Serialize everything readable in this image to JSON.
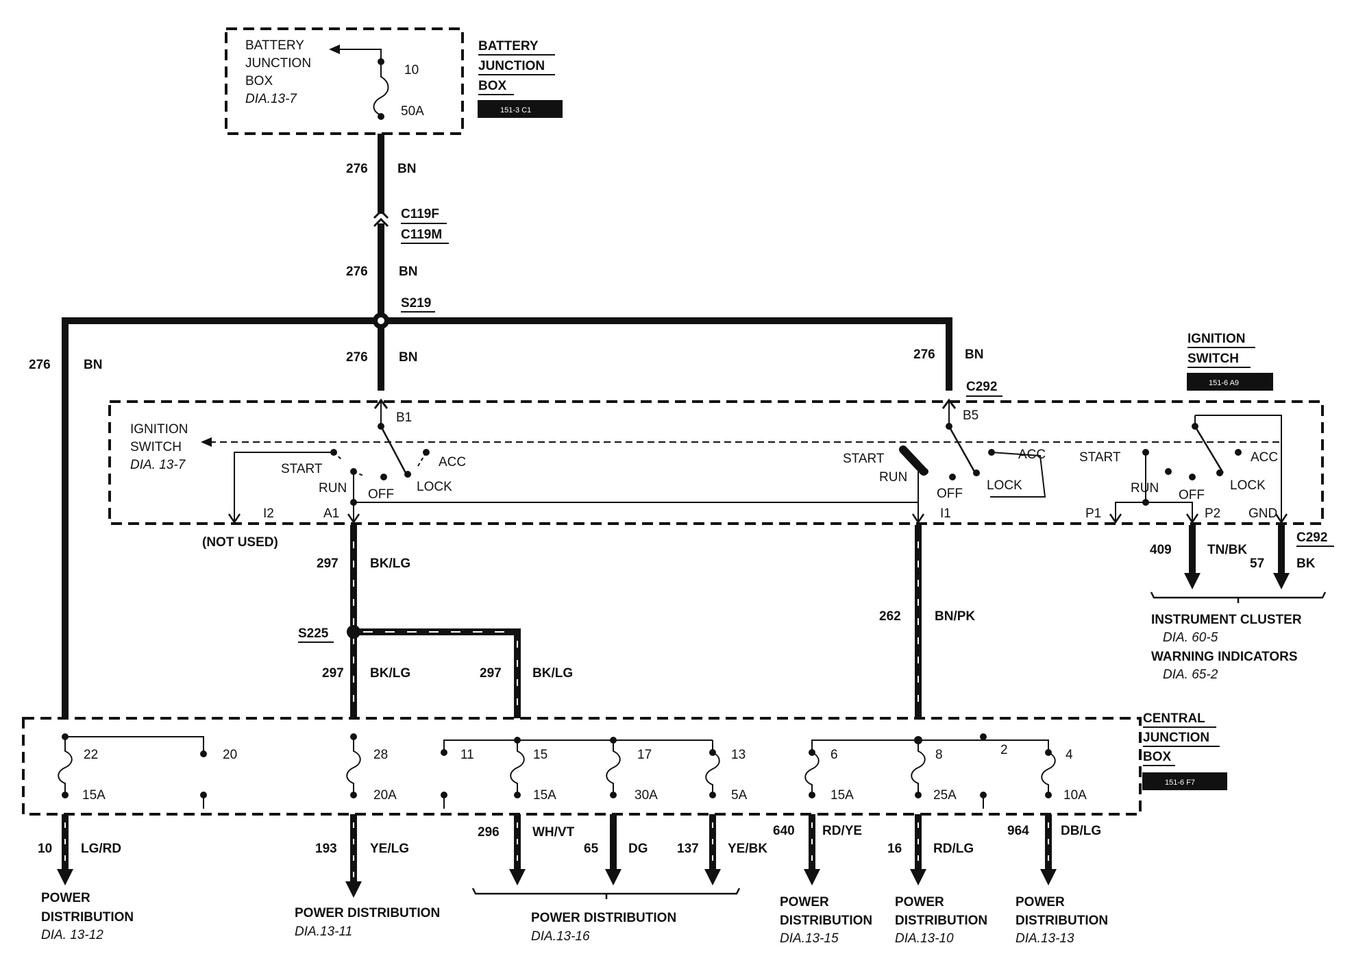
{
  "battery_box": {
    "label_lines": [
      "BATTERY",
      "JUNCTION",
      "BOX"
    ],
    "dia": "DIA.13-7",
    "fuse_num": "10",
    "fuse_amp": "50A",
    "title_lines": [
      "BATTERY",
      "JUNCTION",
      "BOX"
    ],
    "ref": "151-3 C1"
  },
  "connectors": {
    "c119f": "C119F",
    "c119m": "C119M",
    "s219": "S219",
    "s225": "S225",
    "c292": "C292",
    "c292b": "C292"
  },
  "wires": {
    "w276": "276",
    "bn": "BN",
    "w297": "297",
    "bklg": "BK/LG",
    "w262": "262",
    "bnpk": "BN/PK",
    "w409": "409",
    "tnbk": "TN/BK",
    "w57": "57",
    "bk": "BK"
  },
  "ignition": {
    "title_lines": [
      "IGNITION",
      "SWITCH"
    ],
    "ref": "151-6 A9",
    "label_lines": [
      "IGNITION",
      "SWITCH"
    ],
    "dia": "DIA. 13-7",
    "start": "START",
    "run": "RUN",
    "off": "OFF",
    "lock": "LOCK",
    "acc": "ACC",
    "b1": "B1",
    "b5": "B5",
    "a1": "A1",
    "i2": "I2",
    "i1": "I1",
    "p1": "P1",
    "p2": "P2",
    "gnd": "GND",
    "not_used": "(NOT USED)"
  },
  "instrument": {
    "title": "INSTRUMENT CLUSTER",
    "dia": "DIA. 60-5",
    "title2": "WARNING INDICATORS",
    "dia2": "DIA. 65-2"
  },
  "cjb": {
    "title_lines": [
      "CENTRAL",
      "JUNCTION",
      "BOX"
    ],
    "ref": "151-6 F7",
    "fuses": [
      {
        "num": "22",
        "amp": "15A"
      },
      {
        "num": "20",
        "amp": ""
      },
      {
        "num": "28",
        "amp": "20A"
      },
      {
        "num": "11",
        "amp": ""
      },
      {
        "num": "15",
        "amp": "15A"
      },
      {
        "num": "17",
        "amp": "30A"
      },
      {
        "num": "13",
        "amp": "5A"
      },
      {
        "num": "6",
        "amp": "15A"
      },
      {
        "num": "8",
        "amp": "25A"
      },
      {
        "num": "2",
        "amp": ""
      },
      {
        "num": "4",
        "amp": "10A"
      }
    ]
  },
  "outputs": [
    {
      "circuit": "10",
      "color": "LG/RD"
    },
    {
      "circuit": "193",
      "color": "YE/LG"
    },
    {
      "circuit": "296",
      "color": "WH/VT"
    },
    {
      "circuit": "65",
      "color": "DG"
    },
    {
      "circuit": "137",
      "color": "YE/BK"
    },
    {
      "circuit": "640",
      "color": "RD/YE"
    },
    {
      "circuit": "16",
      "color": "RD/LG"
    },
    {
      "circuit": "964",
      "color": "DB/LG"
    }
  ],
  "destinations": {
    "pd1_lines": [
      "POWER",
      "DISTRIBUTION"
    ],
    "pd1_dia": "DIA. 13-12",
    "pd2": "POWER DISTRIBUTION",
    "pd2_dia": "DIA.13-11",
    "pd3": "POWER DISTRIBUTION",
    "pd3_dia": "DIA.13-16",
    "pd4_lines": [
      "POWER",
      "DISTRIBUTION"
    ],
    "pd4_dia": "DIA.13-15",
    "pd5_lines": [
      "POWER",
      "DISTRIBUTION"
    ],
    "pd5_dia": "DIA.13-10",
    "pd6_lines": [
      "POWER",
      "DISTRIBUTION"
    ],
    "pd6_dia": "DIA.13-13"
  }
}
